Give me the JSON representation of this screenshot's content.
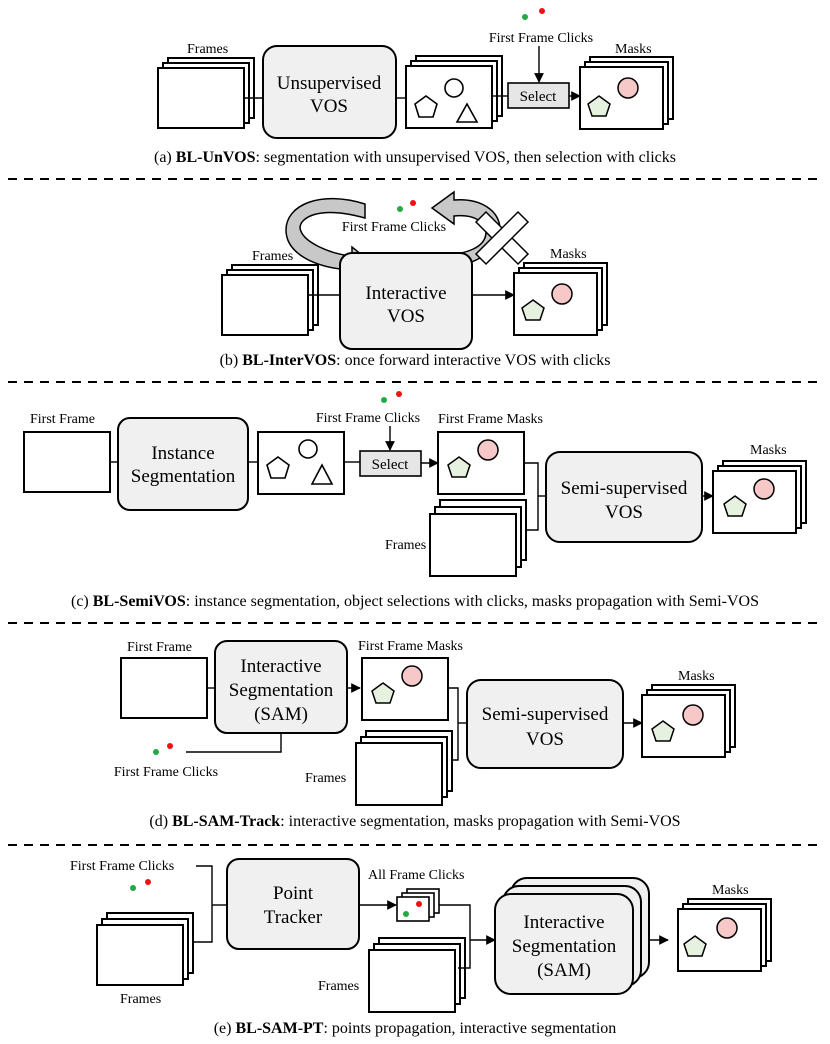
{
  "panel_a": {
    "frames_label": "Frames",
    "process_line1": "Unsupervised",
    "process_line2": "VOS",
    "clicks_label": "First Frame Clicks",
    "select_label": "Select",
    "masks_label": "Masks",
    "caption_prefix": "(a) ",
    "caption_name": "BL-UnVOS",
    "caption_rest": ": segmentation with unsupervised VOS, then selection with clicks"
  },
  "panel_b": {
    "clicks_label": "First Frame Clicks",
    "frames_label": "Frames",
    "process_line1": "Interactive",
    "process_line2": "VOS",
    "masks_label": "Masks",
    "caption_prefix": "(b) ",
    "caption_name": "BL-InterVOS",
    "caption_rest": ": once forward interactive VOS with clicks"
  },
  "panel_c": {
    "first_frame_label": "First Frame",
    "process_line1": "Instance",
    "process_line2": "Segmentation",
    "clicks_label": "First Frame Clicks",
    "select_label": "Select",
    "first_masks_label": "First Frame Masks",
    "semi_line1": "Semi-supervised",
    "semi_line2": "VOS",
    "masks_label": "Masks",
    "frames_label": "Frames",
    "caption_prefix": "(c) ",
    "caption_name": "BL-SemiVOS",
    "caption_rest": ": instance segmentation, object selections with clicks, masks propagation with Semi-VOS"
  },
  "panel_d": {
    "first_frame_label": "First Frame",
    "process_line1": "Interactive",
    "process_line2": "Segmentation",
    "process_line3": "(SAM)",
    "first_masks_label": "First Frame Masks",
    "semi_line1": "Semi-supervised",
    "semi_line2": "VOS",
    "masks_label": "Masks",
    "clicks_label": "First Frame Clicks",
    "frames_label": "Frames",
    "caption_prefix": "(d) ",
    "caption_name": "BL-SAM-Track",
    "caption_rest": ": interactive segmentation, masks propagation with Semi-VOS"
  },
  "panel_e": {
    "clicks_label": "First Frame Clicks",
    "frames_label_left": "Frames",
    "tracker_line1": "Point",
    "tracker_line2": "Tracker",
    "all_clicks_label": "All Frame Clicks",
    "frames_label_mid": "Frames",
    "sam_line1": "Interactive",
    "sam_line2": "Segmentation",
    "sam_line3": "(SAM)",
    "masks_label": "Masks",
    "caption_prefix": "(e) ",
    "caption_name": "BL-SAM-PT",
    "caption_rest": ": points propagation, interactive segmentation"
  },
  "colors": {
    "process_fill": "#f0f0f0",
    "mask_circle": "#f6c8c8",
    "mask_pentagon": "#e6f2df",
    "click_positive": "#22aa44",
    "click_negative": "#ee1111",
    "arc_arrow": "#c8c8c8"
  }
}
